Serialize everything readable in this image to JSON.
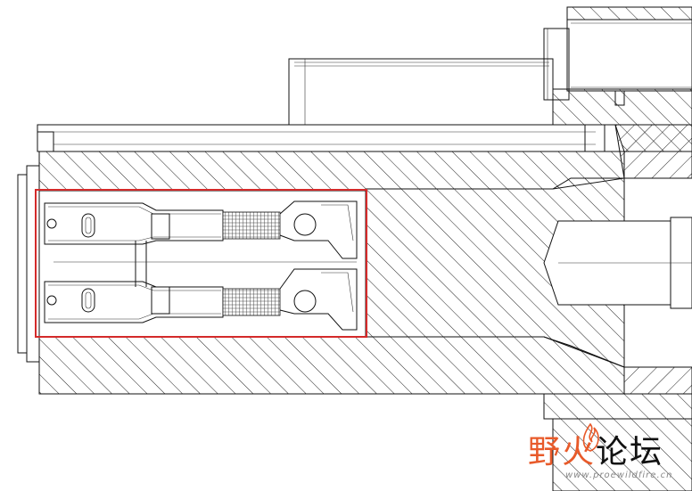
{
  "watermark": {
    "title_part1": "野火",
    "title_part2": "论坛",
    "url": "www.proewildfire.cn"
  },
  "colors": {
    "line": "#111111",
    "highlight": "#d42a2a",
    "watermark_accent": "#e85a2a",
    "background": "#ffffff"
  }
}
